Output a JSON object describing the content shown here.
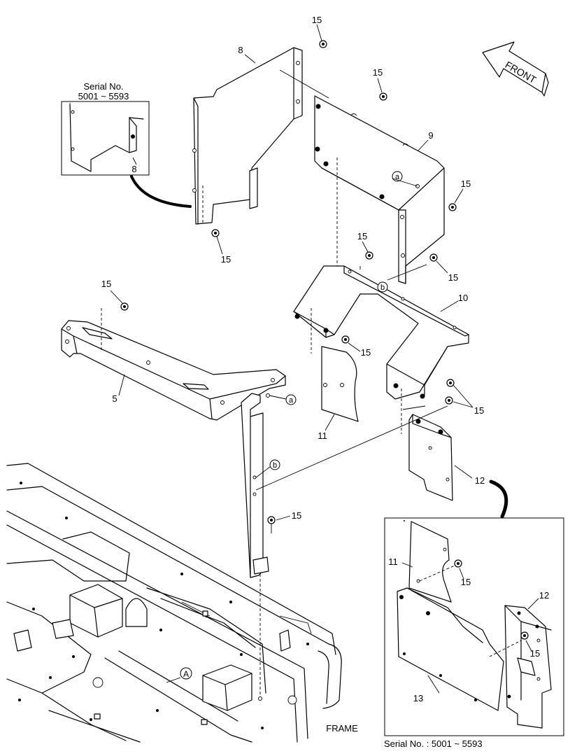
{
  "inset_top": {
    "serial_line1": "Serial No.",
    "serial_line2": "5001 ~ 5593",
    "part": "8"
  },
  "inset_bottom": {
    "serial": "Serial No. : 5001 ~ 5593",
    "parts": [
      "11",
      "15",
      "12",
      "15",
      "13"
    ]
  },
  "direction_label": "FRONT",
  "frame_label": "FRAME",
  "detail_marker": "A",
  "connection_marks": [
    "a",
    "a",
    "b",
    "b"
  ],
  "part_numbers": {
    "p8": "8",
    "p9": "9",
    "p10": "10",
    "p11": "11",
    "p12": "12",
    "p5": "5",
    "bolt_labels": [
      "15",
      "15",
      "15",
      "15",
      "15",
      "15",
      "15",
      "15",
      "15",
      "15"
    ]
  }
}
